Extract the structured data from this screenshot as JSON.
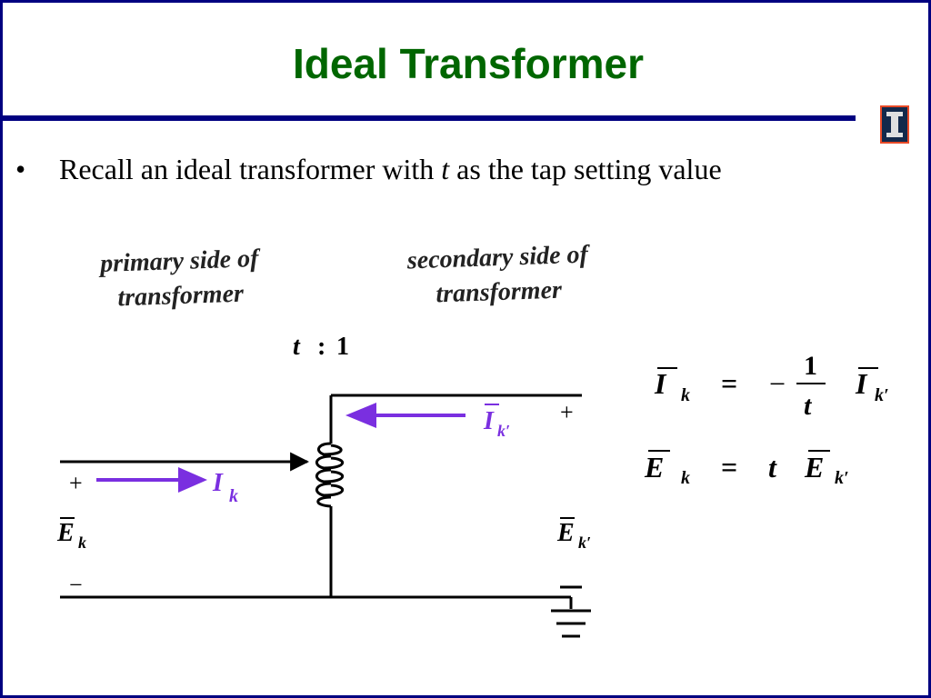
{
  "slide": {
    "title": "Ideal Transformer",
    "bullet_symbol": "•",
    "bullet": {
      "before": "Recall an ideal transformer with ",
      "variable": "t",
      "after": " as the tap setting value"
    }
  },
  "diagram": {
    "primary_caption_line1": "primary side of",
    "primary_caption_line2": "transformer",
    "secondary_caption_line1": "secondary side of",
    "secondary_caption_line2": "transformer",
    "ratio_t": "t",
    "ratio_colon": ":",
    "ratio_one": "1",
    "primary_plus": "+",
    "primary_minus": "−",
    "secondary_plus": "+",
    "primary_current_symbol": "I",
    "primary_current_sub": "k",
    "secondary_current_symbol": "I",
    "secondary_current_sub": "k′",
    "primary_voltage_symbol": "E",
    "primary_voltage_sub": "k",
    "secondary_voltage_symbol": "E",
    "secondary_voltage_sub": "k′"
  },
  "equations": {
    "eq1": {
      "lhs_symbol": "I",
      "lhs_sub": "k",
      "equals": "=",
      "minus": "−",
      "frac_num": "1",
      "frac_den": "t",
      "rhs_symbol": "I",
      "rhs_sub": "k′"
    },
    "eq2": {
      "lhs_symbol": "E",
      "lhs_sub": "k",
      "equals": "=",
      "coef": "t",
      "rhs_symbol": "E",
      "rhs_sub": "k′"
    }
  },
  "colors": {
    "title": "#006600",
    "rule": "#000080",
    "current_arrow": "#7a2fe0",
    "wire": "#000000"
  },
  "icons": {
    "logo": "university-block-i-logo"
  }
}
